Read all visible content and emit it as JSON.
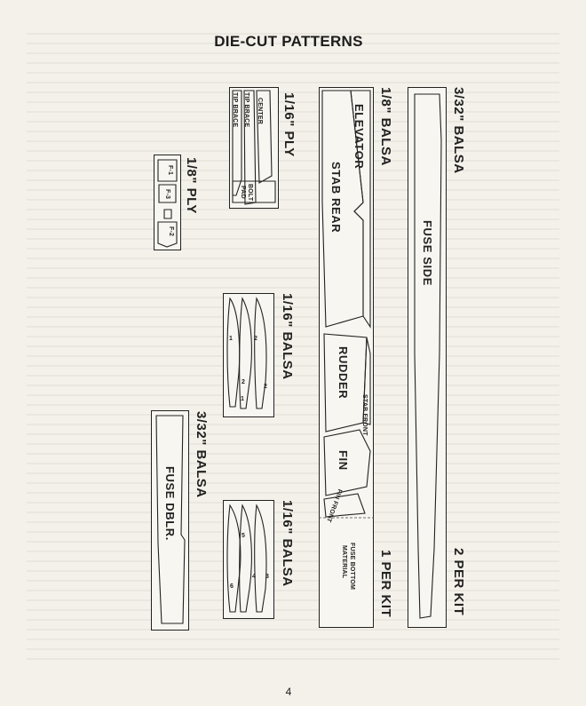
{
  "page": {
    "title": "DIE-CUT PATTERNS",
    "page_number": "4"
  },
  "sheets": {
    "fuse_side_sheet": {
      "material": "3/32\" BALSA",
      "quantity": "2 PER KIT",
      "parts": {
        "fuse_side": "FUSE SIDE"
      }
    },
    "tail_sheet": {
      "material": "1/8\" BALSA",
      "quantity": "1 PER KIT",
      "parts": {
        "elevator": "ELEVATOR",
        "stab_rear": "STAB REAR",
        "rudder": "RUDDER",
        "stab_front": "STAB FRONT",
        "fin": "FIN",
        "fin_front": "FIN FRONT",
        "fuse_bottom_1": "FUSE BOTTOM",
        "fuse_bottom_2": "MATERIAL"
      }
    },
    "ply_116_sheet": {
      "material": "1/16\" PLY",
      "parts": {
        "center": "CENTER",
        "tip_brace_1": "TIP BRACE",
        "tip_brace_2": "TIP BRACE",
        "bolt": "BOLT",
        "pad": "PAD"
      }
    },
    "ply_18_sheet": {
      "material": "1/8\" PLY",
      "parts": {
        "f1": "F-1",
        "f3": "F-3",
        "f2": "F-2"
      }
    },
    "balsa_116_sheet_a": {
      "material": "1/16\" BALSA",
      "parts": {
        "p1": "1",
        "p2a": "2",
        "p2b": "2",
        "p2c": "2",
        "p1b": "1"
      }
    },
    "balsa_116_sheet_b": {
      "material": "1/16\" BALSA",
      "parts": {
        "p5": "5",
        "p4": "4",
        "p3": "3",
        "p6": "6"
      }
    },
    "fuse_dblr_sheet": {
      "material": "3/32\" BALSA",
      "parts": {
        "fuse_dblr": "FUSE DBLR."
      }
    }
  }
}
